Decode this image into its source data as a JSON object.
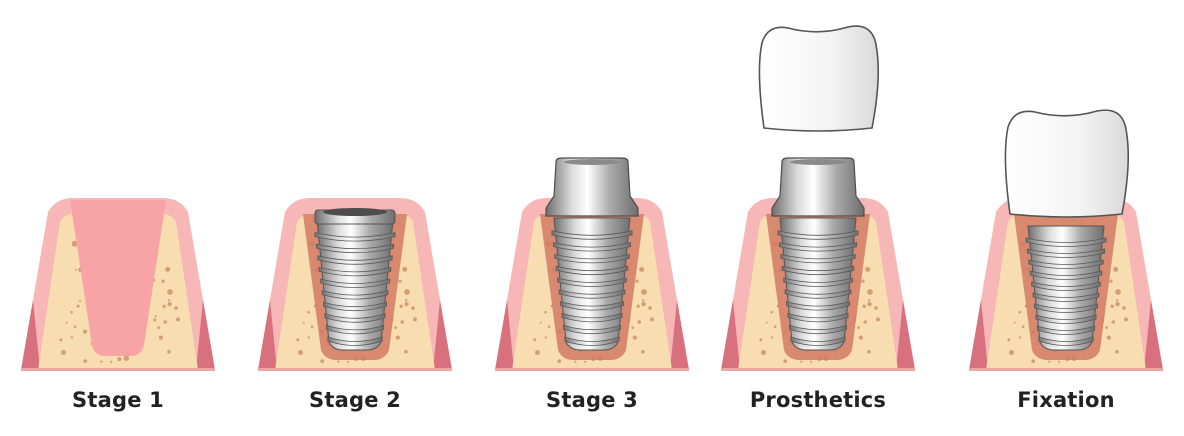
{
  "stages": [
    {
      "label": "Stage 1",
      "step": "socket"
    },
    {
      "label": "Stage 2",
      "step": "implant"
    },
    {
      "label": "Stage 3",
      "step": "abutment"
    },
    {
      "label": "Prosthetics",
      "step": "crown-above"
    },
    {
      "label": "Fixation",
      "step": "crown-fixed"
    }
  ],
  "colors": {
    "gum": "#f7b7b7",
    "gum_dark": "#d9707e",
    "bone": "#f7ddb0",
    "bone_spots": "#c98a63",
    "socket": "#f8a3a6",
    "metal_light": "#dcdcdc",
    "metal_mid": "#a9a9a9",
    "metal_dark": "#6e6e6e",
    "crown": "#f4f4f4",
    "crown_shade": "#d9d9d9"
  }
}
